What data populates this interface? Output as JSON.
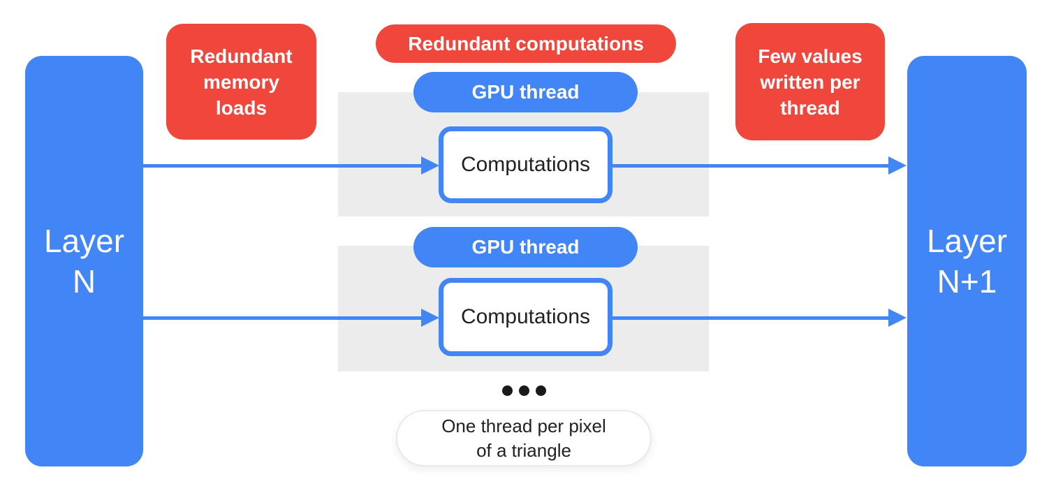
{
  "colors": {
    "blue": "#4285F4",
    "red": "#F0473D",
    "gray_panel": "#ECECEC",
    "text_dark": "#202124"
  },
  "nodes": {
    "layer_n": "Layer\nN",
    "layer_n_plus_1": "Layer\nN+1",
    "redundant_memory": "Redundant\nmemory\nloads",
    "redundant_computations": "Redundant computations",
    "few_values": "Few values\nwritten per\nthread",
    "gpu_thread_1": "GPU thread",
    "gpu_thread_2": "GPU thread",
    "computations_1": "Computations",
    "computations_2": "Computations",
    "one_thread_note": "One thread per pixel\nof a triangle"
  },
  "icons": {
    "arrowheads": "arrow-right-icon",
    "ellipsis": "more-threads-ellipsis-icon"
  }
}
